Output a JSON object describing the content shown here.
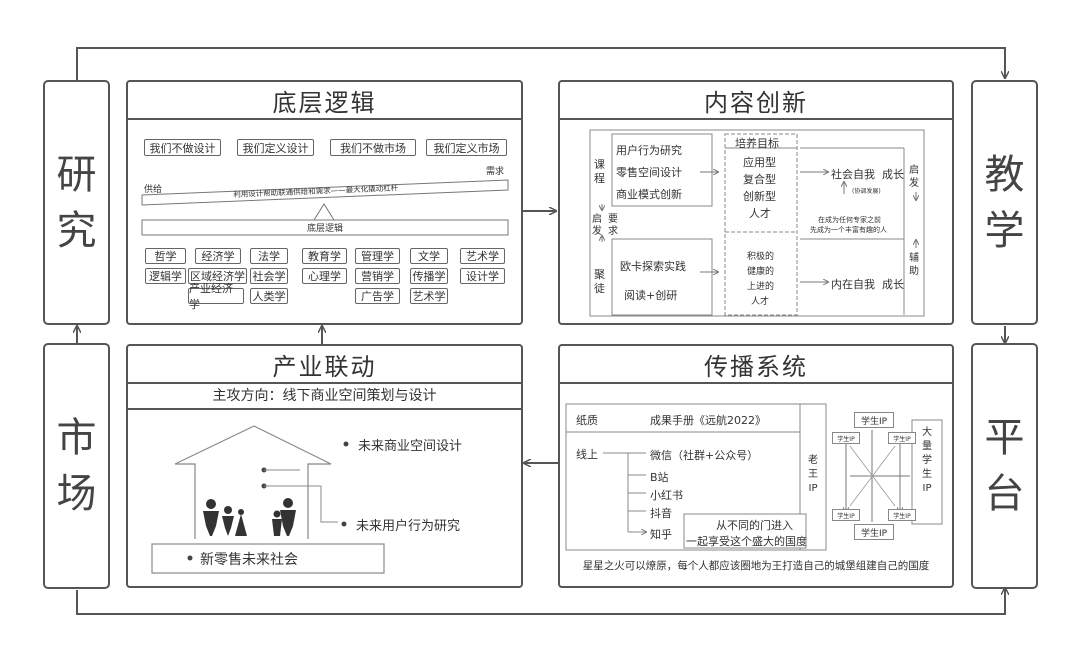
{
  "side": {
    "research": [
      "研",
      "究"
    ],
    "teaching": [
      "教",
      "学"
    ],
    "market": [
      "市",
      "场"
    ],
    "platform": [
      "平",
      "台"
    ]
  },
  "logic": {
    "title": "底层逻辑",
    "top_tags": [
      "我们不做设计",
      "我们定义设计",
      "我们不做市场",
      "我们定义市场"
    ],
    "supply": "供给",
    "demand": "需求",
    "lever_text": "利用设计帮助联通供给和需求——最大化撬动杠杆",
    "base": "底层逻辑",
    "disciplines_row1": [
      "哲学",
      "经济学",
      "法学",
      "教育学",
      "管理学",
      "文学",
      "艺术学"
    ],
    "disciplines_row2": [
      "逻辑学",
      "区域经济学",
      "社会学",
      "心理学",
      "营销学",
      "传播学",
      "设计学"
    ],
    "disciplines_row3": [
      "产业经济学",
      "人类学",
      "广告学",
      "艺术学"
    ]
  },
  "content": {
    "title": "内容创新",
    "course": "课程",
    "inspire_left": "启发",
    "require": "要求",
    "cohesion": "聚徒",
    "course_items": [
      "用户行为研究",
      "零售空间设计",
      "商业模式创新"
    ],
    "practice_items": [
      "欧卡探索实践",
      "阅读+创研"
    ],
    "goal_title": "培养目标",
    "goals": [
      "应用型",
      "复合型",
      "创新型",
      "人才"
    ],
    "qualities": [
      "积极的",
      "健康的",
      "上进的",
      "人才"
    ],
    "social_self": "社会自我",
    "grow1": "成长",
    "inner_self": "内在自我",
    "grow2": "成长",
    "mutual": "(协调发展)",
    "goal_note": [
      "在成为任何专家之前",
      "先成为一个丰富有趣的人"
    ],
    "inspire_right": "启发",
    "assist": "辅助"
  },
  "industry": {
    "title": "产业联动",
    "subtitle": "主攻方向：线下商业空间策划与设计",
    "item1": "未来商业空间设计",
    "item2": "未来用户行为研究",
    "item3": "新零售未来社会"
  },
  "spread": {
    "title": "传播系统",
    "paper": "纸质",
    "handbook": "成果手册《远航2022》",
    "online": "线上",
    "channels": [
      "微信（社群+公众号）",
      "B站",
      "小红书",
      "抖音",
      "知乎"
    ],
    "door": [
      "从不同的门进入",
      "一起享受这个盛大的国度"
    ],
    "laowang": [
      "老",
      "王",
      "IP"
    ],
    "student_ip": "学生IP",
    "big_star": [
      "大",
      "量",
      "学",
      "生",
      "IP"
    ],
    "footer": "星星之火可以燎原，每个人都应该圈地为王打造自己的城堡组建自己的国度"
  }
}
